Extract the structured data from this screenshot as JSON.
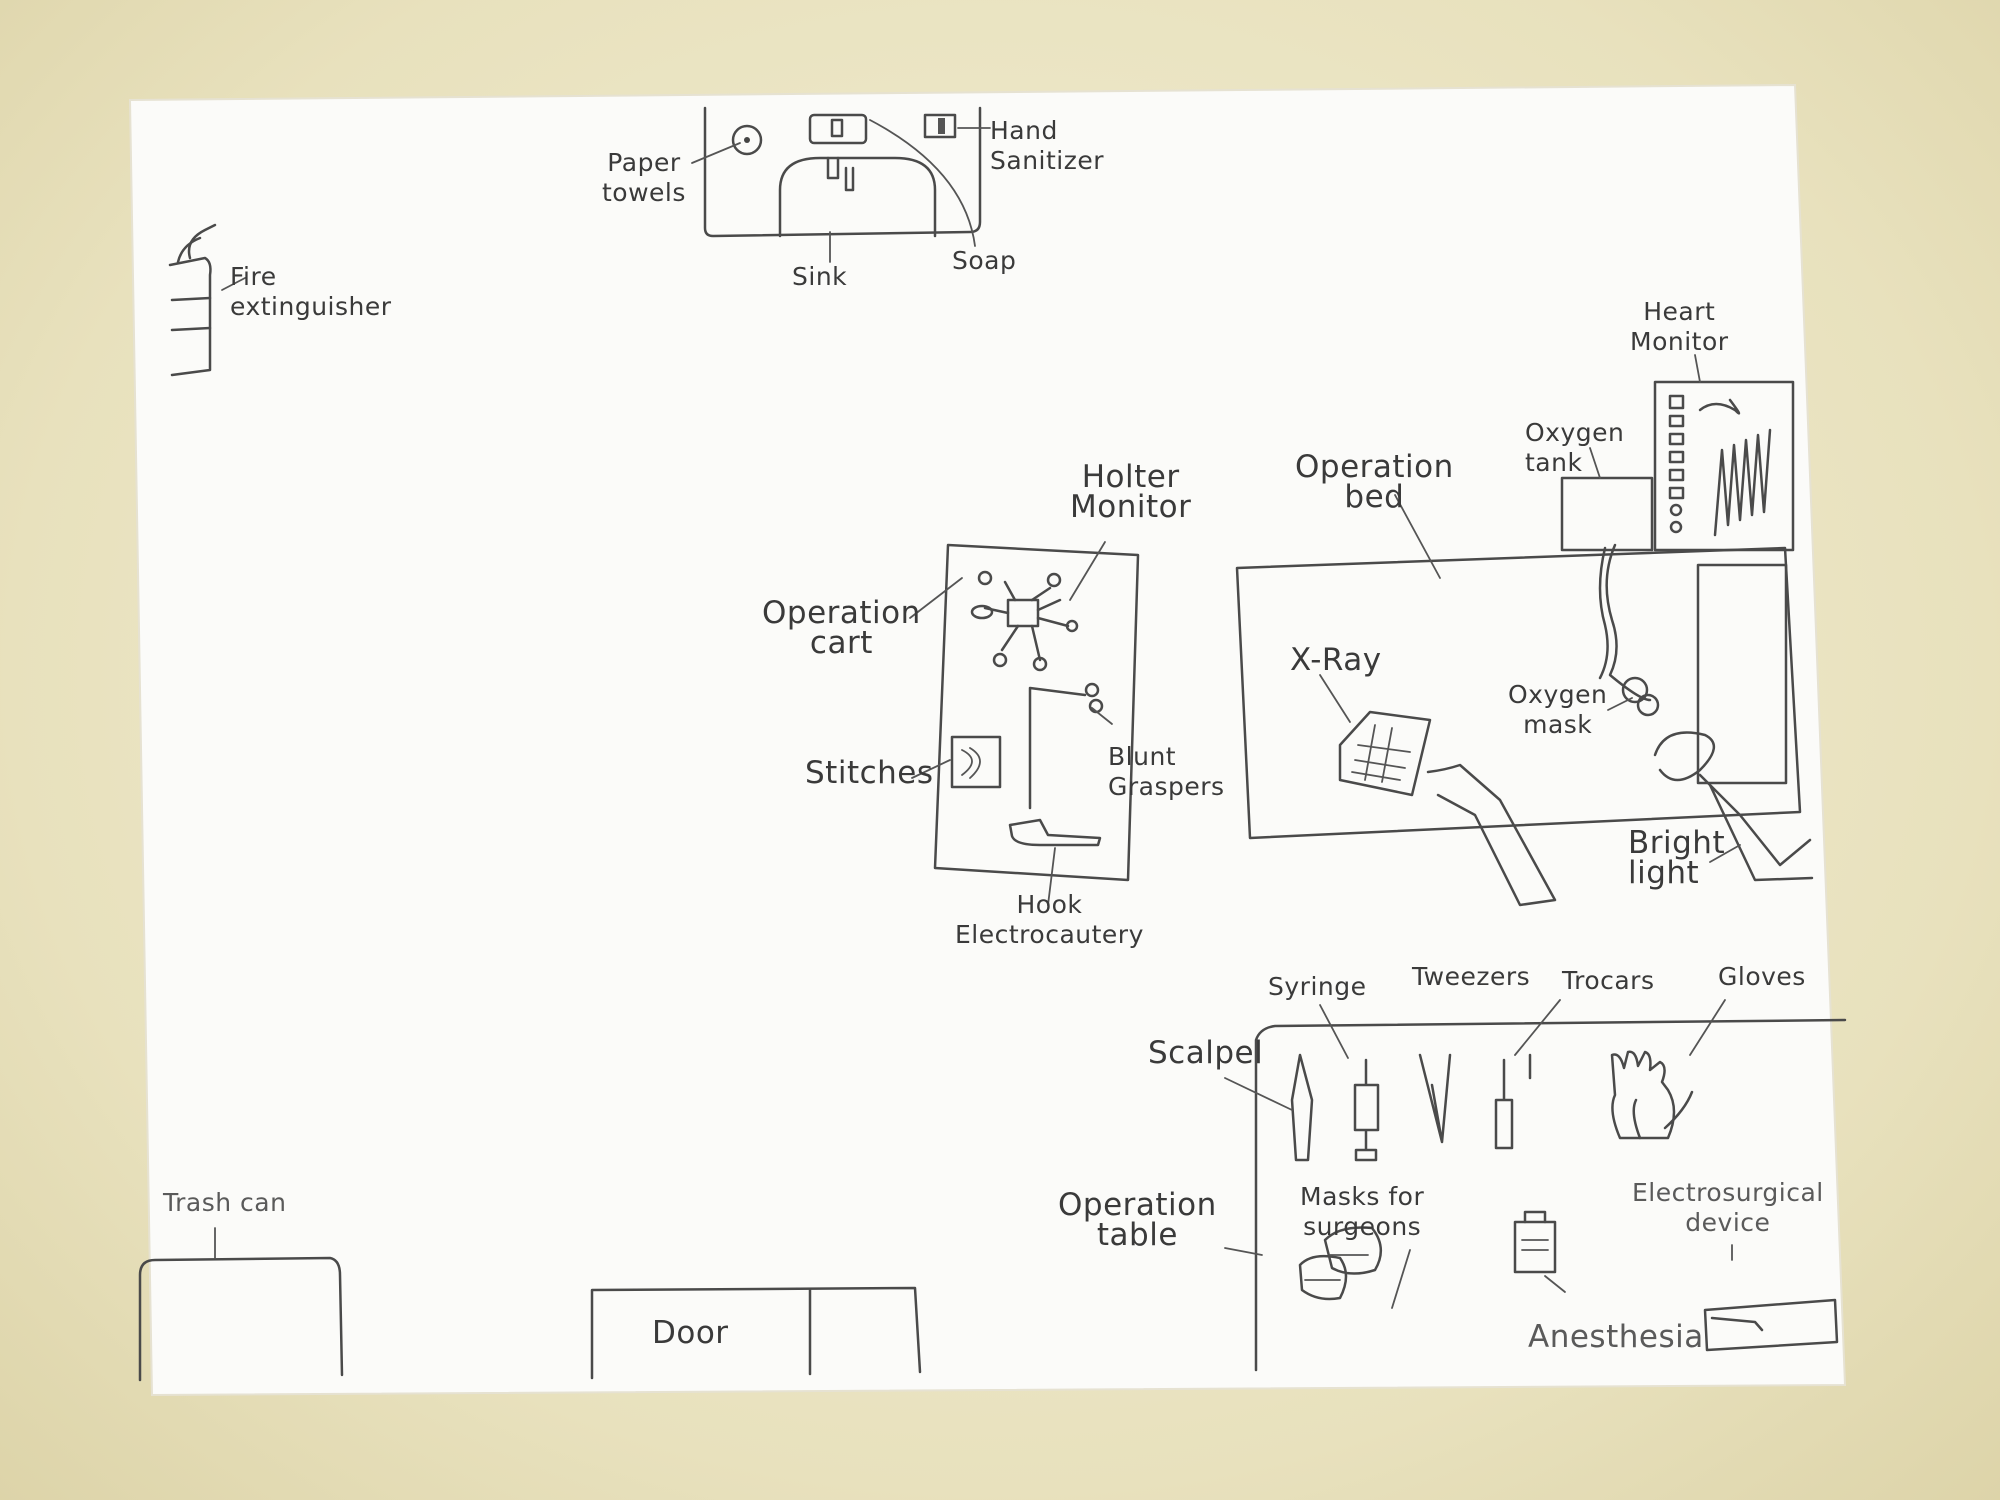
{
  "labels": {
    "paper_towels": "Paper\ntowels",
    "hand_sanitizer": "Hand\nSanitizer",
    "sink": "Sink",
    "soap": "Soap",
    "fire_extinguisher": "Fire\nextinguisher",
    "heart_monitor": "Heart\nMonitor",
    "oxygen_tank": "Oxygen\ntank",
    "operation_bed": "Operation\nbed",
    "holter_monitor": "Holter\nMonitor",
    "operation_cart": "Operation\ncart",
    "x_ray": "X-Ray",
    "oxygen_mask": "Oxygen\nmask",
    "blunt_graspers": "Blunt\nGraspers",
    "stitches": "Stitches",
    "bright_light": "Bright\nlight",
    "hook_electrocautery": "Hook\nElectrocautery",
    "syringe": "Syringe",
    "tweezers": "Tweezers",
    "trocars": "Trocars",
    "gloves": "Gloves",
    "scalpel": "Scalpel",
    "operation_table": "Operation\ntable",
    "masks_for_surgeons": "Masks for\nsurgeons",
    "electrosurgical_device": "Electrosurgical\ndevice",
    "trash_can": "Trash can",
    "door": "Door",
    "anesthesia": "Anesthesia"
  }
}
